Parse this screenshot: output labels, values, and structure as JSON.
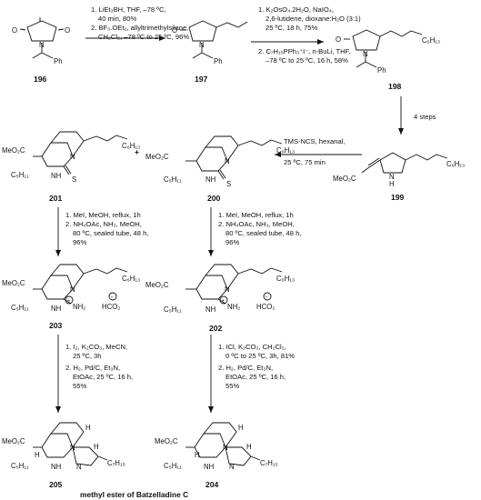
{
  "compounds": {
    "c196": "196",
    "c197": "197",
    "c198": "198",
    "c199": "199",
    "c200": "200",
    "c201": "201",
    "c202": "202",
    "c203": "203",
    "c204": "204",
    "c205": "205"
  },
  "atoms": {
    "O": "O",
    "N": "N",
    "H": "H",
    "S": "S",
    "Ph": "Ph",
    "MeO2C": "MeO₂C",
    "C6H13": "C₆H₁₃",
    "C5H11": "C₅H₁₁",
    "C7H15": "C₇H₁₅",
    "NH2": "NH₂",
    "HCO2": "HCO₂",
    "NH": "NH",
    "plus": "+",
    "minus": "−"
  },
  "steps": {
    "s1": [
      "1. LiEt₃BH, THF, –78 ºC,",
      "40 min, 80%",
      "2. BF₃.OEt₂, allyltrimethylsilane,",
      "CH₂Cl₂, –78 ºC to 25 ºC, 96%"
    ],
    "s2": [
      "1. K₂OsO₄.2H₂O, NaIO₄,",
      "2,6-lutidene, dioxane:H₂O (3:1)",
      "25 ºC, 18 h, 75%",
      "2. C₇H₁₅PPh₃⁺I⁻, n-BuLi, THF,",
      "–78 ºC to 25 ºC, 16 h, 58%"
    ],
    "s3": [
      "4 steps"
    ],
    "s4": [
      "TMS-NCS, hexanal,",
      "25 ºC, 75 min"
    ],
    "s5": [
      "1. MeI, MeOH, reflux, 1h",
      "2. NH₄OAc, NH₃, MeOH,",
      "80 ºC, sealed tube, 48 h,",
      "96%"
    ],
    "s6": [
      "1. MeI, MeOH, reflux, 1h",
      "2. NH₄OAc, NH₃, MeOH,",
      "80 ºC, sealed tube, 48 h,",
      "96%"
    ],
    "s7": [
      "1. I₂, K₂CO₃, MeCN,",
      "25 ºC, 3h",
      "2. H₂, Pd/C, Et₃N,",
      "EtOAc, 25 ºC, 16 h,",
      "55%"
    ],
    "s8": [
      "1. ICl, K₂CO₃, CH₂Cl₂,",
      "0 ºC to 25 ºC, 3h, 81%",
      "2. H₂, Pd/C, Et₃N,",
      "EtOAc, 25 ºC, 16 h,",
      "55%"
    ]
  },
  "caption": "methyl ester of Batzelladine C"
}
